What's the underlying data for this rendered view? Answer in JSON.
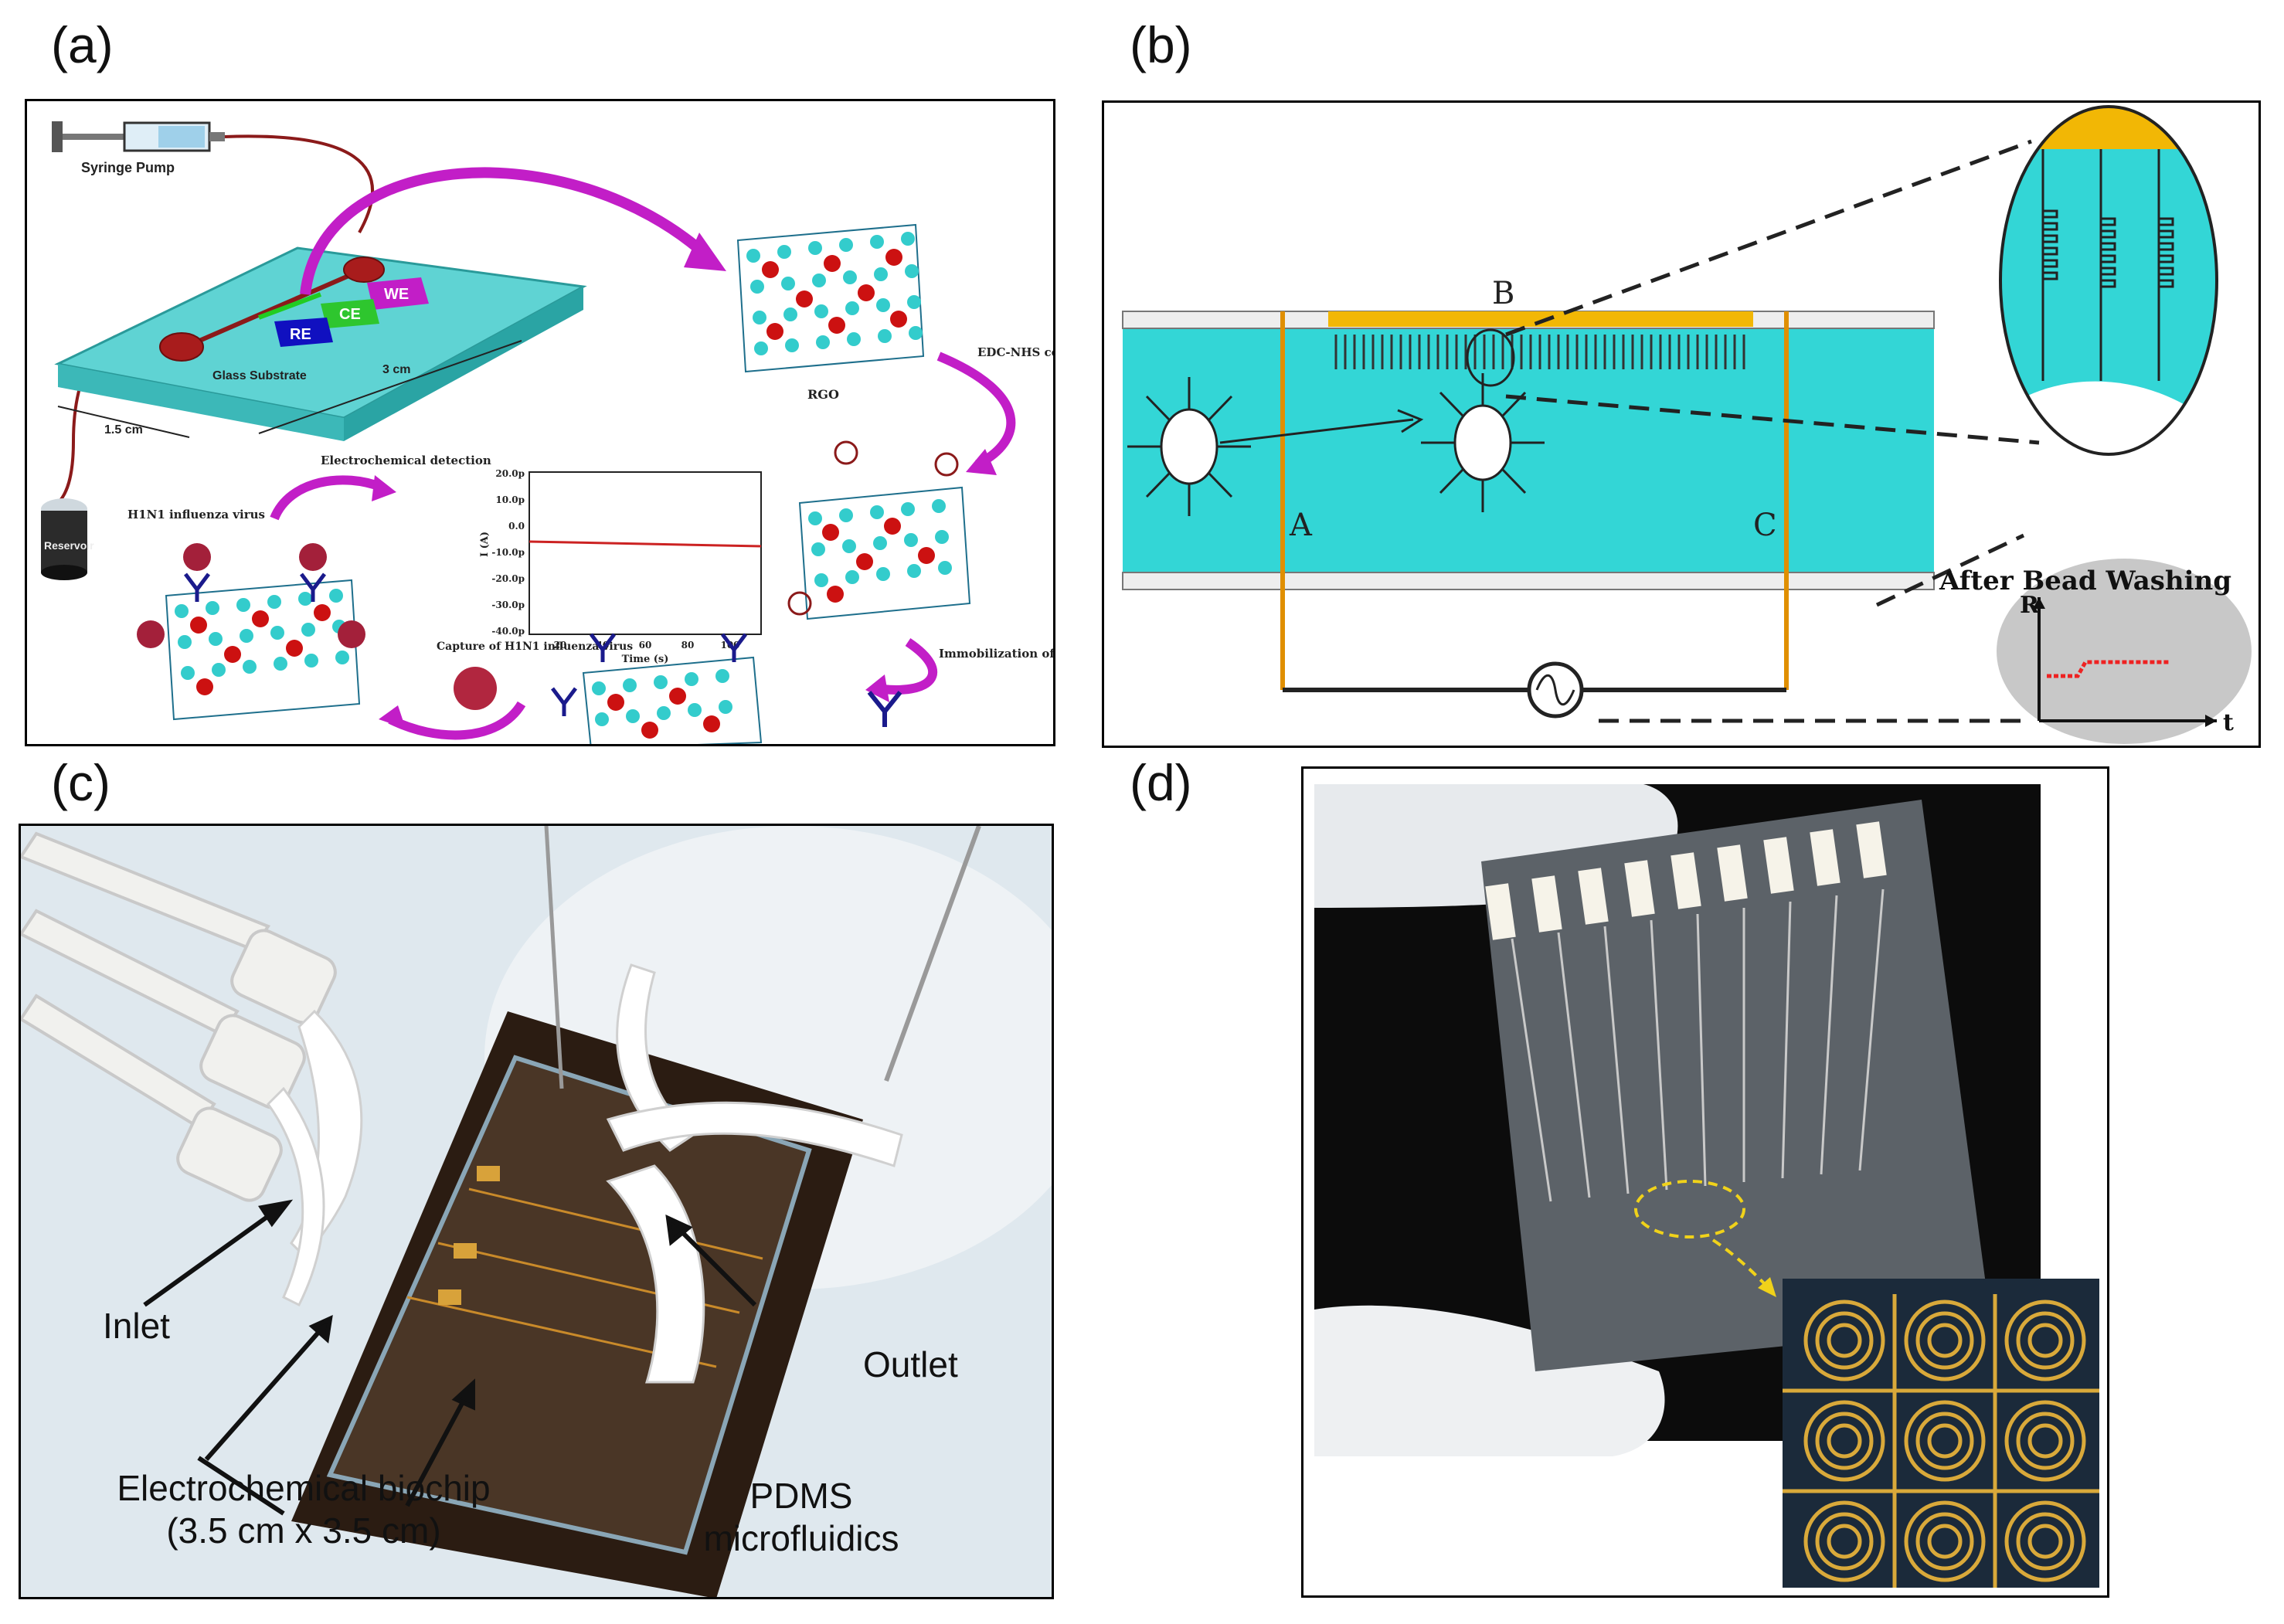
{
  "panels": {
    "a": {
      "label": "(a)",
      "syringe": "Syringe Pump",
      "reservoir": "Reservoir",
      "glass": "Glass Substrate",
      "dim_short": "1.5 cm",
      "dim_long": "3 cm",
      "electrodes": {
        "we": "WE",
        "ce": "CE",
        "re": "RE"
      },
      "rgo": "RGO",
      "edc": "EDC-NHS coupling",
      "immob": "Immobilization of Antibody",
      "capture": "Capture of H1N1 influenza virus",
      "virus": "H1N1 influenza virus",
      "detect": "Electrochemical detection",
      "plot": {
        "yticks": [
          "20.0p",
          "10.0p",
          "0.0",
          "-10.0p",
          "-20.0p",
          "-30.0p",
          "-40.0p"
        ],
        "xticks": [
          "20",
          "40",
          "60",
          "80",
          "100"
        ],
        "xlabel": "Time (s)",
        "ylabel": "I (A)"
      }
    },
    "b": {
      "label": "(b)",
      "pt_a": "A",
      "pt_b": "B",
      "pt_c": "C",
      "inset_title": "After Bead Washing",
      "axis_r": "R",
      "axis_t": "t"
    },
    "c": {
      "label": "(c)",
      "inlet": "Inlet",
      "outlet": "Outlet",
      "chip": "Electrochemical biochip",
      "chip_size": "(3.5 cm x 3.5 cm)",
      "pdms": "PDMS",
      "micro": "microfluidics"
    },
    "d": {
      "label": "(d)"
    }
  },
  "colors": {
    "channel": "#33d6d6",
    "gold": "#f2b705",
    "magenta": "#c21ec7",
    "rgo_atom": "#33cccc",
    "oxygen": "#cc1111",
    "antibody": "#1a1a8c",
    "curve": "#cc2222"
  }
}
